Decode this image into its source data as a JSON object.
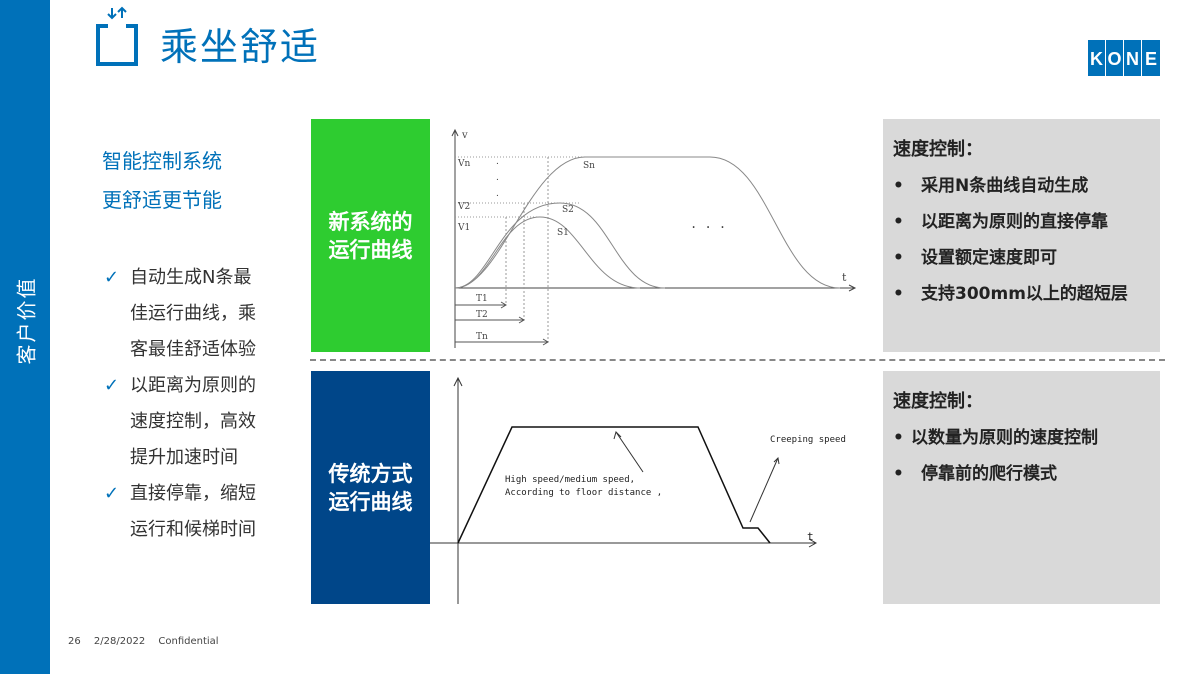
{
  "sidebar": {
    "label": "客户价值"
  },
  "header": {
    "title": "乘坐舒适",
    "icon": "elevator-icon",
    "logo": {
      "letters": [
        "K",
        "O",
        "N",
        "E"
      ],
      "color": "#0071b9"
    }
  },
  "left": {
    "subtitle1": "智能控制系统",
    "subtitle2": "更舒适更节能",
    "items": [
      {
        "lines": [
          "自动生成N条最",
          "佳运行曲线，乘",
          "客最佳舒适体验"
        ]
      },
      {
        "lines": [
          "以距离为原则的",
          "速度控制，高效",
          "提升加速时间"
        ]
      },
      {
        "lines": [
          "直接停靠，缩短",
          "运行和候梯时间"
        ]
      }
    ]
  },
  "new_system": {
    "label_line1": "新系统的",
    "label_line2": "运行曲线",
    "panel": {
      "heading": "速度控制：",
      "bullets": [
        "采用N条曲线自动生成",
        "以距离为原则的直接停靠",
        "设置额定速度即可",
        "支持300mm以上的超短层"
      ]
    }
  },
  "traditional": {
    "label_line1": "传统方式",
    "label_line2": "运行曲线",
    "panel": {
      "heading": "速度控制：",
      "bullets": [
        "以数量为原则的速度控制",
        "停靠前的爬行模式"
      ]
    }
  },
  "chart_data": [
    {
      "type": "line",
      "x_axis_label": "t",
      "y_axis_label": "v",
      "y_ticks": [
        "Vn",
        "V2",
        "V1"
      ],
      "dots": ".\n.\n.",
      "ellipsis": ". . .",
      "series": [
        {
          "name": "S1",
          "peak": "V1",
          "duration": "T1"
        },
        {
          "name": "S2",
          "peak": "V2",
          "duration": "T2"
        },
        {
          "name": "Sn",
          "peak": "Vn",
          "duration": "Tn"
        }
      ],
      "time_labels": [
        "T1",
        "T2",
        "Tn"
      ]
    },
    {
      "type": "line",
      "x_axis_label": "t",
      "annotations": {
        "creeping": "Creeping speed",
        "high_line1": "High speed/medium  speed,",
        "high_line2": "According to floor distance ,"
      }
    }
  ],
  "footer": {
    "page": "26",
    "date": "2/28/2022",
    "label": "Confidential"
  }
}
